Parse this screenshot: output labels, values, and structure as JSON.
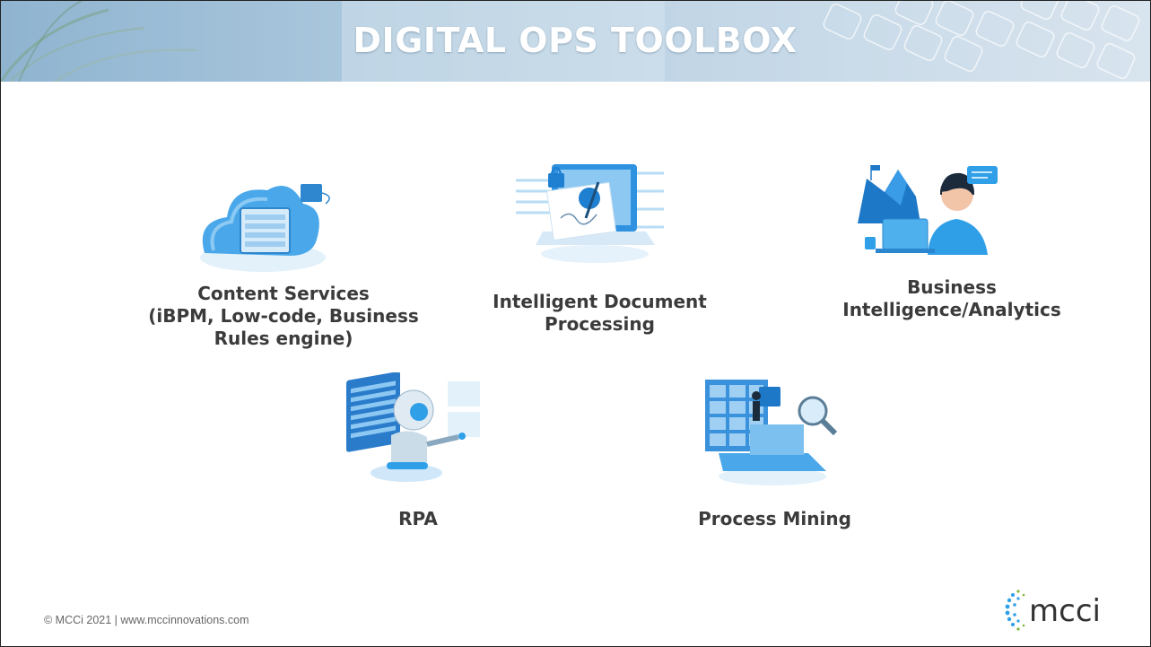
{
  "slide": {
    "title": "DIGITAL OPS TOOLBOX",
    "footer": "© MCCi 2021 | www.mccinnovations.com",
    "logo_text": "mcci"
  },
  "tools": [
    {
      "name": "Content Services",
      "line2": "(iBPM, Low-code, Business",
      "line3": "Rules engine)",
      "icon": "cloud-file-cabinet-icon"
    },
    {
      "name": "Intelligent Document",
      "line2": "Processing",
      "icon": "document-signature-icon"
    },
    {
      "name": "Business",
      "line2": "Intelligence/Analytics",
      "icon": "analyst-headset-icon"
    },
    {
      "name": "RPA",
      "icon": "robot-icon"
    },
    {
      "name": "Process Mining",
      "icon": "magnifier-laptop-icon"
    }
  ],
  "colors": {
    "accent": "#2f9fe8",
    "header": "#a9c6dc",
    "text": "#3b3b3b"
  }
}
